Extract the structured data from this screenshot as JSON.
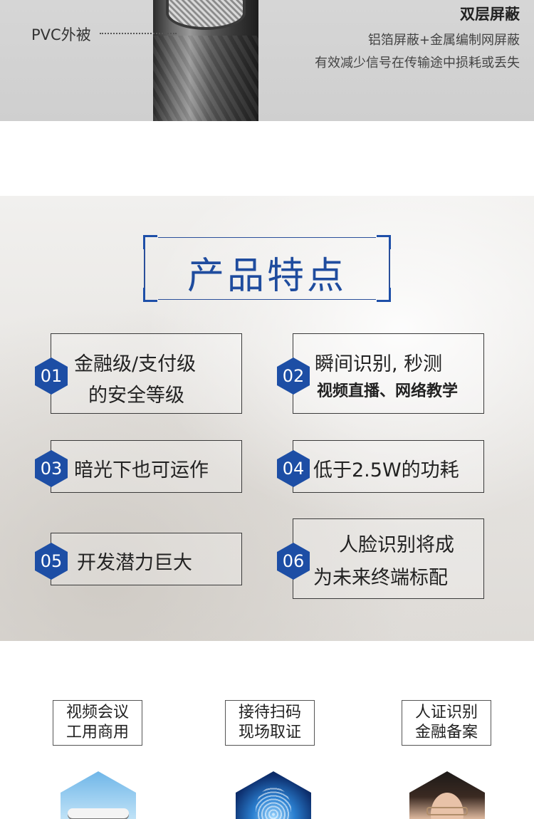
{
  "banner": {
    "pvc_label": "PVC外被",
    "shield_title": "双层屏蔽",
    "shield_line1": "铝箔屏蔽+金属编制网屏蔽",
    "shield_line2": "有效减少信号在传输途中损耗或丢失"
  },
  "features": {
    "title": "产品特点",
    "items": [
      {
        "num": "01",
        "line1": "金融级/支付级",
        "line2": "的安全等级"
      },
      {
        "num": "02",
        "line1": "瞬间识别, 秒测",
        "line2": "视频直播、网络教学"
      },
      {
        "num": "03",
        "line1": "暗光下也可运作"
      },
      {
        "num": "04",
        "line1": "低于2.5W的功耗"
      },
      {
        "num": "05",
        "line1": "开发潜力巨大"
      },
      {
        "num": "06",
        "line1": "人脸识别将成",
        "line2": "为未来终端标配"
      }
    ]
  },
  "use_cases": [
    {
      "line1": "视频会议",
      "line2": "工用商用",
      "icon": "airplane-photo"
    },
    {
      "line1": "接待扫码",
      "line2": "现场取证",
      "icon": "fingerprint-photo"
    },
    {
      "line1": "人证识别",
      "line2": "金融备案",
      "icon": "face-photo"
    }
  ],
  "colors": {
    "accent": "#1d4ea5",
    "title": "#1f4c9e"
  }
}
